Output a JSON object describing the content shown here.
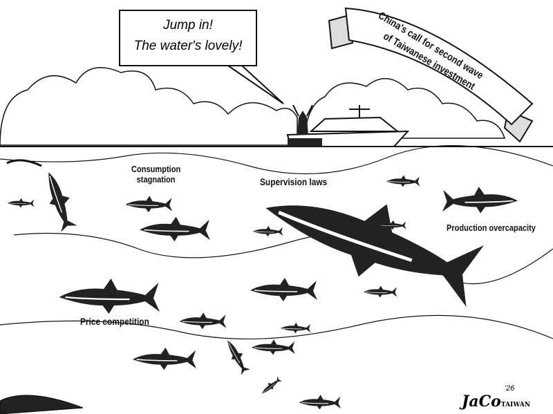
{
  "speech_bubble": {
    "line1": "Jump in!",
    "line2": "The water's lovely!"
  },
  "banner": {
    "line1": "China's call for second wave",
    "line2": "of Taiwanese investment"
  },
  "labels": {
    "consumption": [
      "Consumption",
      "stagnation"
    ],
    "supervision": "Supervision laws",
    "production": "Production overcapacity",
    "price": "Price competition"
  },
  "signature": {
    "name": "JaCo",
    "paper": "TAIWAN",
    "year": "'26"
  }
}
